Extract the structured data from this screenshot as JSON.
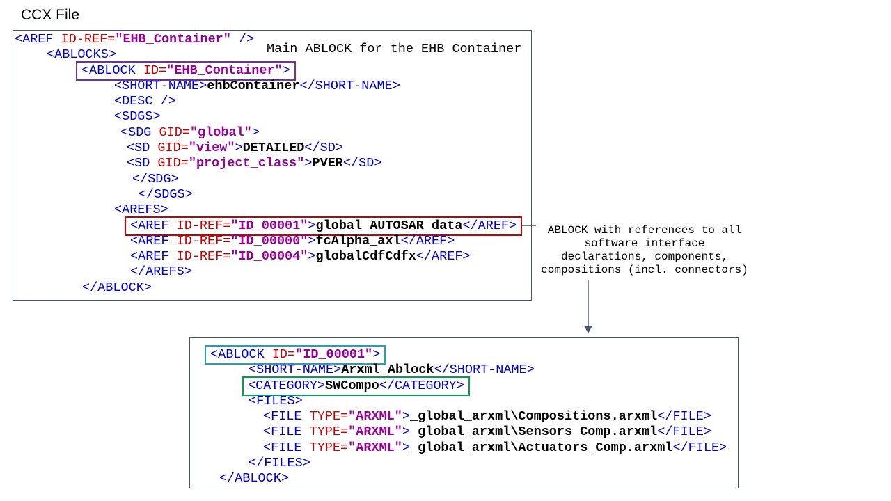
{
  "title": "CCX File",
  "colors": {
    "tag": "#0000CC",
    "attr": "#CC0000",
    "val": "#990099",
    "txt": "#000000",
    "frame": "#44546A",
    "arrow": "#44546A",
    "box_purple": "#7030A0",
    "box_red": "#CC0000",
    "box_teal": "#22A0B4",
    "box_green": "#00A050"
  },
  "annotations": {
    "main_ablock": "Main ABLOCK for the EHB Container",
    "ablock_refs": [
      "ABLOCK with references to all",
      "software interface",
      "declarations, components,",
      "compositions (incl. connectors)"
    ]
  },
  "ccx_box": {
    "lines": [
      {
        "indent": 2,
        "tokens": [
          {
            "t": "<AREF ",
            "c": "tag"
          },
          {
            "t": "ID-REF=",
            "c": "attr"
          },
          {
            "t": "\"EHB_Container\"",
            "c": "val"
          },
          {
            "t": " />",
            "c": "tag"
          }
        ]
      },
      {
        "indent": 48,
        "tokens": [
          {
            "t": "<ABLOCKS>",
            "c": "tag"
          }
        ]
      },
      {
        "indent": 90,
        "box": "box_purple",
        "box_name": "ablock-ehb-container-highlight",
        "tokens": [
          {
            "t": "<ABLOCK ",
            "c": "tag"
          },
          {
            "t": "ID=",
            "c": "attr"
          },
          {
            "t": "\"EHB_Container\"",
            "c": "val"
          },
          {
            "t": ">",
            "c": "tag"
          }
        ]
      },
      {
        "indent": 145,
        "tokens": [
          {
            "t": "<SHORT-NAME>",
            "c": "tag"
          },
          {
            "t": "ehbContainer",
            "c": "txt"
          },
          {
            "t": "</SHORT-NAME>",
            "c": "tag"
          }
        ]
      },
      {
        "indent": 145,
        "tokens": [
          {
            "t": "<DESC />",
            "c": "tag"
          }
        ]
      },
      {
        "indent": 145,
        "tokens": [
          {
            "t": "<SDGS>",
            "c": "tag"
          }
        ]
      },
      {
        "indent": 154,
        "tokens": [
          {
            "t": "<SDG ",
            "c": "tag"
          },
          {
            "t": "GID=",
            "c": "attr"
          },
          {
            "t": "\"global\"",
            "c": "val"
          },
          {
            "t": ">",
            "c": "tag"
          }
        ]
      },
      {
        "indent": 163,
        "tokens": [
          {
            "t": "<SD ",
            "c": "tag"
          },
          {
            "t": "GID=",
            "c": "attr"
          },
          {
            "t": "\"view\"",
            "c": "val"
          },
          {
            "t": ">",
            "c": "tag"
          },
          {
            "t": "DETAILED",
            "c": "txt"
          },
          {
            "t": "</SD>",
            "c": "tag"
          }
        ]
      },
      {
        "indent": 163,
        "tokens": [
          {
            "t": "<SD ",
            "c": "tag"
          },
          {
            "t": "GID=",
            "c": "attr"
          },
          {
            "t": "\"project_class\"",
            "c": "val"
          },
          {
            "t": ">",
            "c": "tag"
          },
          {
            "t": "PVER",
            "c": "txt"
          },
          {
            "t": "</SD>",
            "c": "tag"
          }
        ]
      },
      {
        "indent": 171,
        "tokens": [
          {
            "t": "</SDG>",
            "c": "tag"
          }
        ]
      },
      {
        "indent": 180,
        "tokens": [
          {
            "t": "</SDGS>",
            "c": "tag"
          }
        ]
      },
      {
        "indent": 145,
        "tokens": [
          {
            "t": "<AREFS>",
            "c": "tag"
          }
        ]
      },
      {
        "indent": 160,
        "box": "box_red",
        "box_name": "aref-id00001-highlight",
        "tokens": [
          {
            "t": "<AREF ",
            "c": "tag"
          },
          {
            "t": "ID-REF=",
            "c": "attr"
          },
          {
            "t": "\"ID_00001\"",
            "c": "val"
          },
          {
            "t": ">",
            "c": "tag"
          },
          {
            "t": "global_AUTOSAR_data",
            "c": "txt"
          },
          {
            "t": "</AREF>",
            "c": "tag"
          }
        ]
      },
      {
        "indent": 168,
        "tokens": [
          {
            "t": "<AREF ",
            "c": "tag"
          },
          {
            "t": "ID-REF=",
            "c": "attr"
          },
          {
            "t": "\"ID_00000\"",
            "c": "val"
          },
          {
            "t": ">",
            "c": "tag"
          },
          {
            "t": "fcAlpha_axl",
            "c": "txt"
          },
          {
            "t": "</AREF>",
            "c": "tag"
          }
        ]
      },
      {
        "indent": 168,
        "tokens": [
          {
            "t": "<AREF ",
            "c": "tag"
          },
          {
            "t": "ID-REF=",
            "c": "attr"
          },
          {
            "t": "\"ID_00004\"",
            "c": "val"
          },
          {
            "t": ">",
            "c": "tag"
          },
          {
            "t": "globalCdfCdfx",
            "c": "txt"
          },
          {
            "t": "</AREF>",
            "c": "tag"
          }
        ]
      },
      {
        "indent": 168,
        "tokens": [
          {
            "t": "</AREFS>",
            "c": "tag"
          }
        ]
      },
      {
        "indent": 99,
        "tokens": [
          {
            "t": "</ABLOCK>",
            "c": "tag"
          }
        ]
      }
    ]
  },
  "ablock_box": {
    "lines": [
      {
        "indent": 21,
        "box": "box_teal",
        "box_name": "ablock-id00001-highlight",
        "tokens": [
          {
            "t": "<ABLOCK ",
            "c": "tag"
          },
          {
            "t": "ID=",
            "c": "attr"
          },
          {
            "t": "\"ID_00001\"",
            "c": "val"
          },
          {
            "t": ">",
            "c": "tag"
          }
        ]
      },
      {
        "indent": 84,
        "tokens": [
          {
            "t": "<SHORT-NAME>",
            "c": "tag"
          },
          {
            "t": "Arxml_Ablock",
            "c": "txt"
          },
          {
            "t": "</SHORT-NAME>",
            "c": "tag"
          }
        ]
      },
      {
        "indent": 75,
        "box": "box_green",
        "box_name": "category-swcompo-highlight",
        "tokens": [
          {
            "t": "<CATEGORY>",
            "c": "tag"
          },
          {
            "t": "SWCompo",
            "c": "txt"
          },
          {
            "t": "</CATEGORY>",
            "c": "tag"
          }
        ]
      },
      {
        "indent": 84,
        "tokens": [
          {
            "t": "<FILES>",
            "c": "tag"
          }
        ]
      },
      {
        "indent": 105,
        "tokens": [
          {
            "t": "<FILE ",
            "c": "tag"
          },
          {
            "t": "TYPE=",
            "c": "attr"
          },
          {
            "t": "\"ARXML\"",
            "c": "val"
          },
          {
            "t": ">",
            "c": "tag"
          },
          {
            "t": "_global_arxml\\Compositions.arxml",
            "c": "txt"
          },
          {
            "t": "</FILE>",
            "c": "tag"
          }
        ]
      },
      {
        "indent": 105,
        "tokens": [
          {
            "t": "<FILE ",
            "c": "tag"
          },
          {
            "t": "TYPE=",
            "c": "attr"
          },
          {
            "t": "\"ARXML\"",
            "c": "val"
          },
          {
            "t": ">",
            "c": "tag"
          },
          {
            "t": "_global_arxml\\Sensors_Comp.arxml",
            "c": "txt"
          },
          {
            "t": "</FILE>",
            "c": "tag"
          }
        ]
      },
      {
        "indent": 105,
        "tokens": [
          {
            "t": "<FILE ",
            "c": "tag"
          },
          {
            "t": "TYPE=",
            "c": "attr"
          },
          {
            "t": "\"ARXML\"",
            "c": "val"
          },
          {
            "t": ">",
            "c": "tag"
          },
          {
            "t": "_global_arxml\\Actuators_Comp.arxml",
            "c": "txt"
          },
          {
            "t": "</FILE>",
            "c": "tag"
          }
        ]
      },
      {
        "indent": 84,
        "tokens": [
          {
            "t": "</FILES>",
            "c": "tag"
          }
        ]
      },
      {
        "indent": 42,
        "tokens": [
          {
            "t": "</ABLOCK>",
            "c": "tag"
          }
        ]
      }
    ]
  }
}
